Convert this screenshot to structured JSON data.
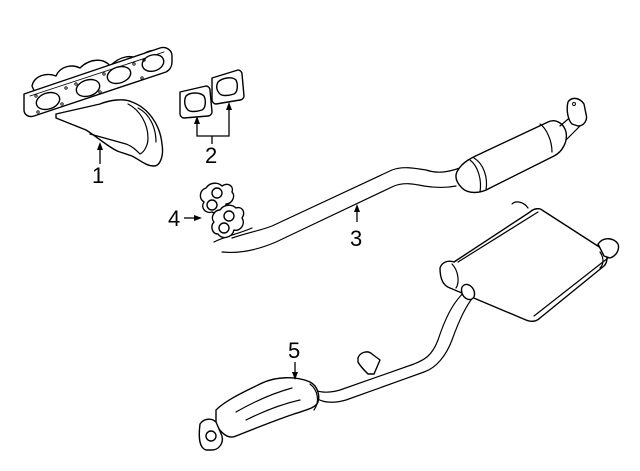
{
  "diagram": {
    "type": "exploded parts diagram",
    "colors": {
      "line": "#000000",
      "background": "#ffffff"
    },
    "callouts": [
      {
        "number": "1",
        "part": "exhaust-manifold"
      },
      {
        "number": "2",
        "part": "manifold-gaskets"
      },
      {
        "number": "3",
        "part": "front-pipe-with-converter"
      },
      {
        "number": "4",
        "part": "front-pipe-gasket"
      },
      {
        "number": "5",
        "part": "rear-pipe-with-muffler"
      }
    ]
  }
}
